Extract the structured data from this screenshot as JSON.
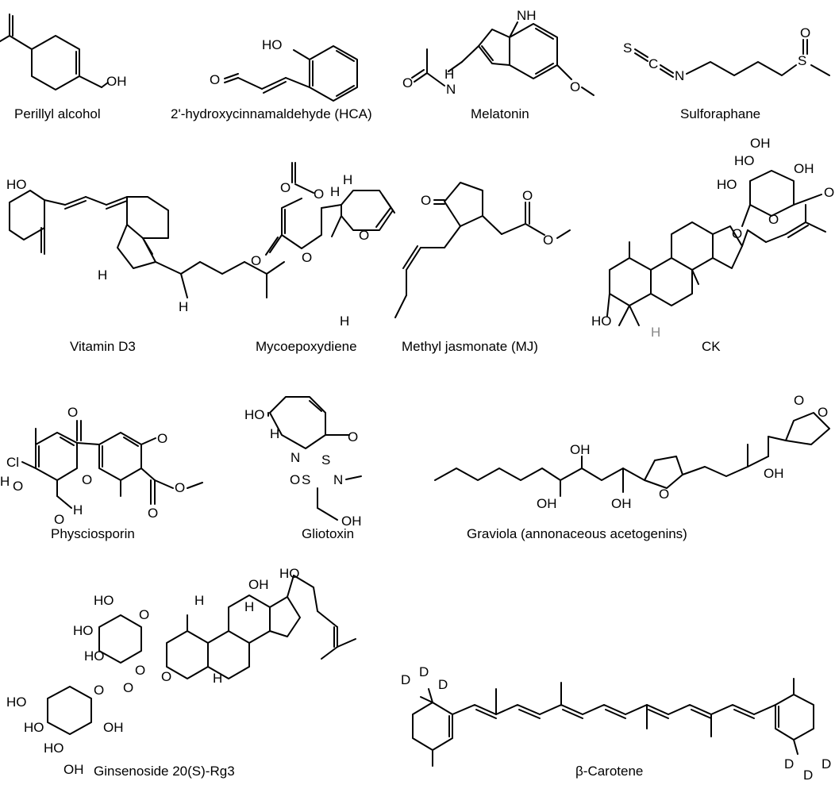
{
  "captions": {
    "perillyl": "Perillyl alcohol",
    "hca": "2'-hydroxycinnamaldehyde (HCA)",
    "melatonin": "Melatonin",
    "sulforaphane": "Sulforaphane",
    "vitd3": "Vitamin D3",
    "mycoepoxydiene": "Mycoepoxydiene",
    "mj": "Methyl jasmonate (MJ)",
    "ck": "CK",
    "physciosporin": "Physciosporin",
    "gliotoxin": "Gliotoxin",
    "graviola": "Graviola (annonaceous acetogenins)",
    "rg3": "Ginsenoside 20(S)-Rg3",
    "carotene": "β-Carotene"
  },
  "atoms": {
    "oh": "OH",
    "ho": "HO",
    "o": "O",
    "n": "N",
    "nh": "NH",
    "h": "H",
    "s": "S",
    "c": "C",
    "cl": "Cl",
    "d": "D"
  },
  "colors": {
    "ink": "#000000",
    "stereo_h": "#888888"
  }
}
